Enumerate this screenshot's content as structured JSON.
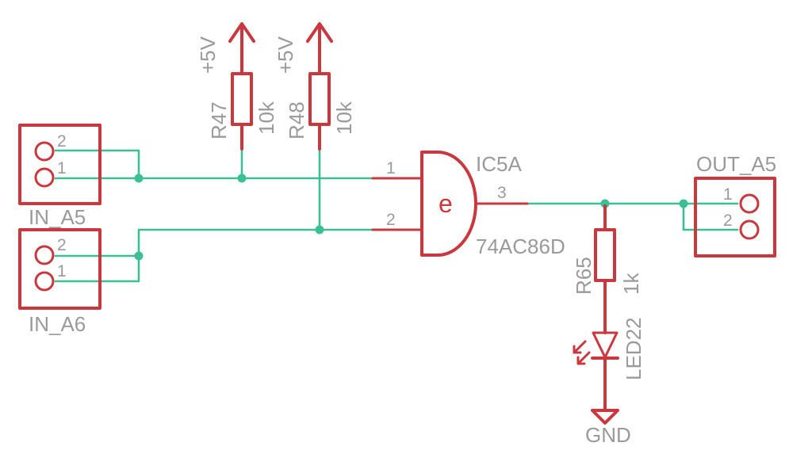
{
  "schematic": {
    "in_a5": {
      "name": "IN_A5",
      "pin_top": "2",
      "pin_bottom": "1"
    },
    "in_a6": {
      "name": "IN_A6",
      "pin_top": "2",
      "pin_bottom": "1"
    },
    "out_a5": {
      "name": "OUT_A5",
      "pin_top": "1",
      "pin_bottom": "2"
    },
    "r47": {
      "name": "R47",
      "value": "10k",
      "supply": "+5V"
    },
    "r48": {
      "name": "R48",
      "value": "10k",
      "supply": "+5V"
    },
    "ic5a": {
      "name": "IC5A",
      "part": "74AC86D",
      "symbol": "e",
      "pin_in1": "1",
      "pin_in2": "2",
      "pin_out": "3"
    },
    "r65": {
      "name": "R65",
      "value": "1k"
    },
    "led22": {
      "name": "LED22"
    },
    "ground": {
      "name": "GND"
    }
  }
}
